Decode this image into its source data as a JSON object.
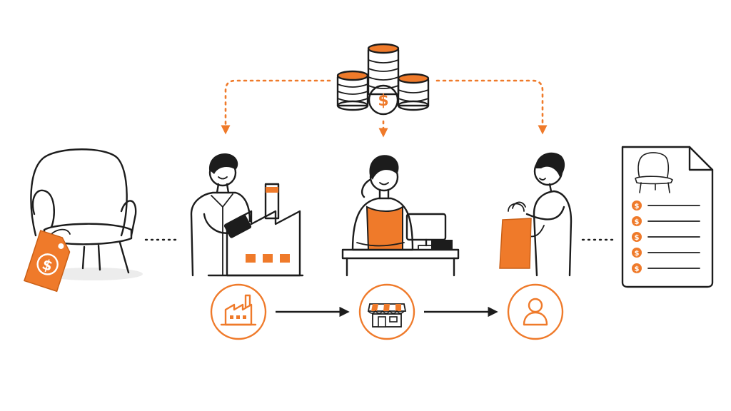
{
  "diagram": {
    "colors": {
      "accent": "#ef7a2a",
      "ink": "#1c1c1c",
      "background": "#ffffff"
    },
    "currency_symbol": "$",
    "top_node": {
      "icon": "coin-stacks-icon"
    },
    "left_node": {
      "icon": "armchair-with-price-tag-icon"
    },
    "right_node": {
      "icon": "price-list-document-icon",
      "line_items": 5
    },
    "stages": [
      {
        "id": "manufacturer",
        "figure": "worker-at-factory-icon",
        "badge": "factory-icon"
      },
      {
        "id": "retailer",
        "figure": "cashier-at-counter-icon",
        "badge": "storefront-icon"
      },
      {
        "id": "customer",
        "figure": "shopper-with-bag-icon",
        "badge": "person-icon"
      }
    ]
  }
}
